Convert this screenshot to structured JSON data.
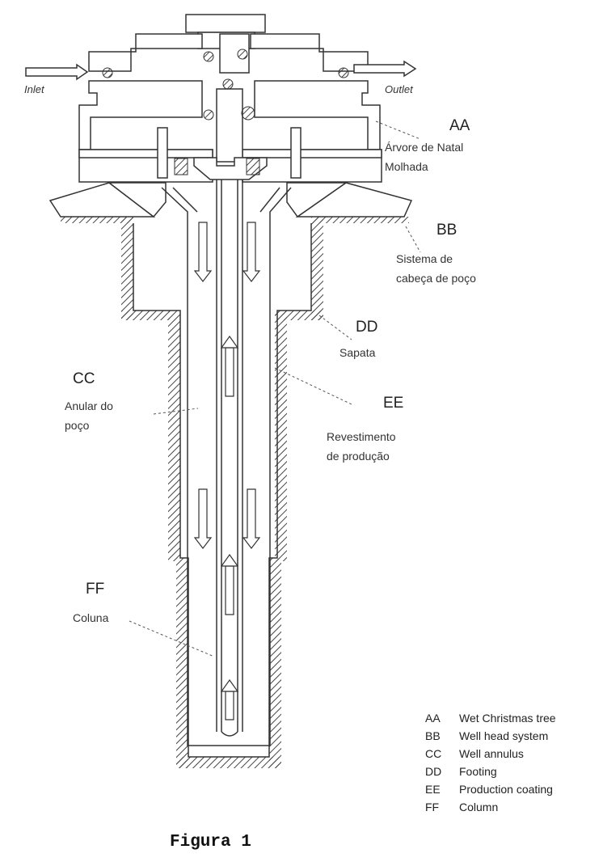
{
  "labels": {
    "inlet": "Inlet",
    "outlet": "Outlet",
    "aa": {
      "code": "AA",
      "line1": "Árvore de Natal",
      "line2": "Molhada"
    },
    "bb": {
      "code": "BB",
      "line1": "Sistema de",
      "line2": "cabeça de poço"
    },
    "cc": {
      "code": "CC",
      "line1": "Anular do",
      "line2": "poço"
    },
    "dd": {
      "code": "DD",
      "line1": "Sapata"
    },
    "ee": {
      "code": "EE",
      "line1": "Revestimento",
      "line2": "de produção"
    },
    "ff": {
      "code": "FF",
      "line1": "Coluna"
    }
  },
  "legend": [
    {
      "code": "AA",
      "text": "Wet Christmas tree"
    },
    {
      "code": "BB",
      "text": "Well head system"
    },
    {
      "code": "CC",
      "text": "Well annulus"
    },
    {
      "code": "DD",
      "text": "Footing"
    },
    {
      "code": "EE",
      "text": "Production coating"
    },
    {
      "code": "FF",
      "text": "Column"
    }
  ],
  "caption": "Figura 1"
}
